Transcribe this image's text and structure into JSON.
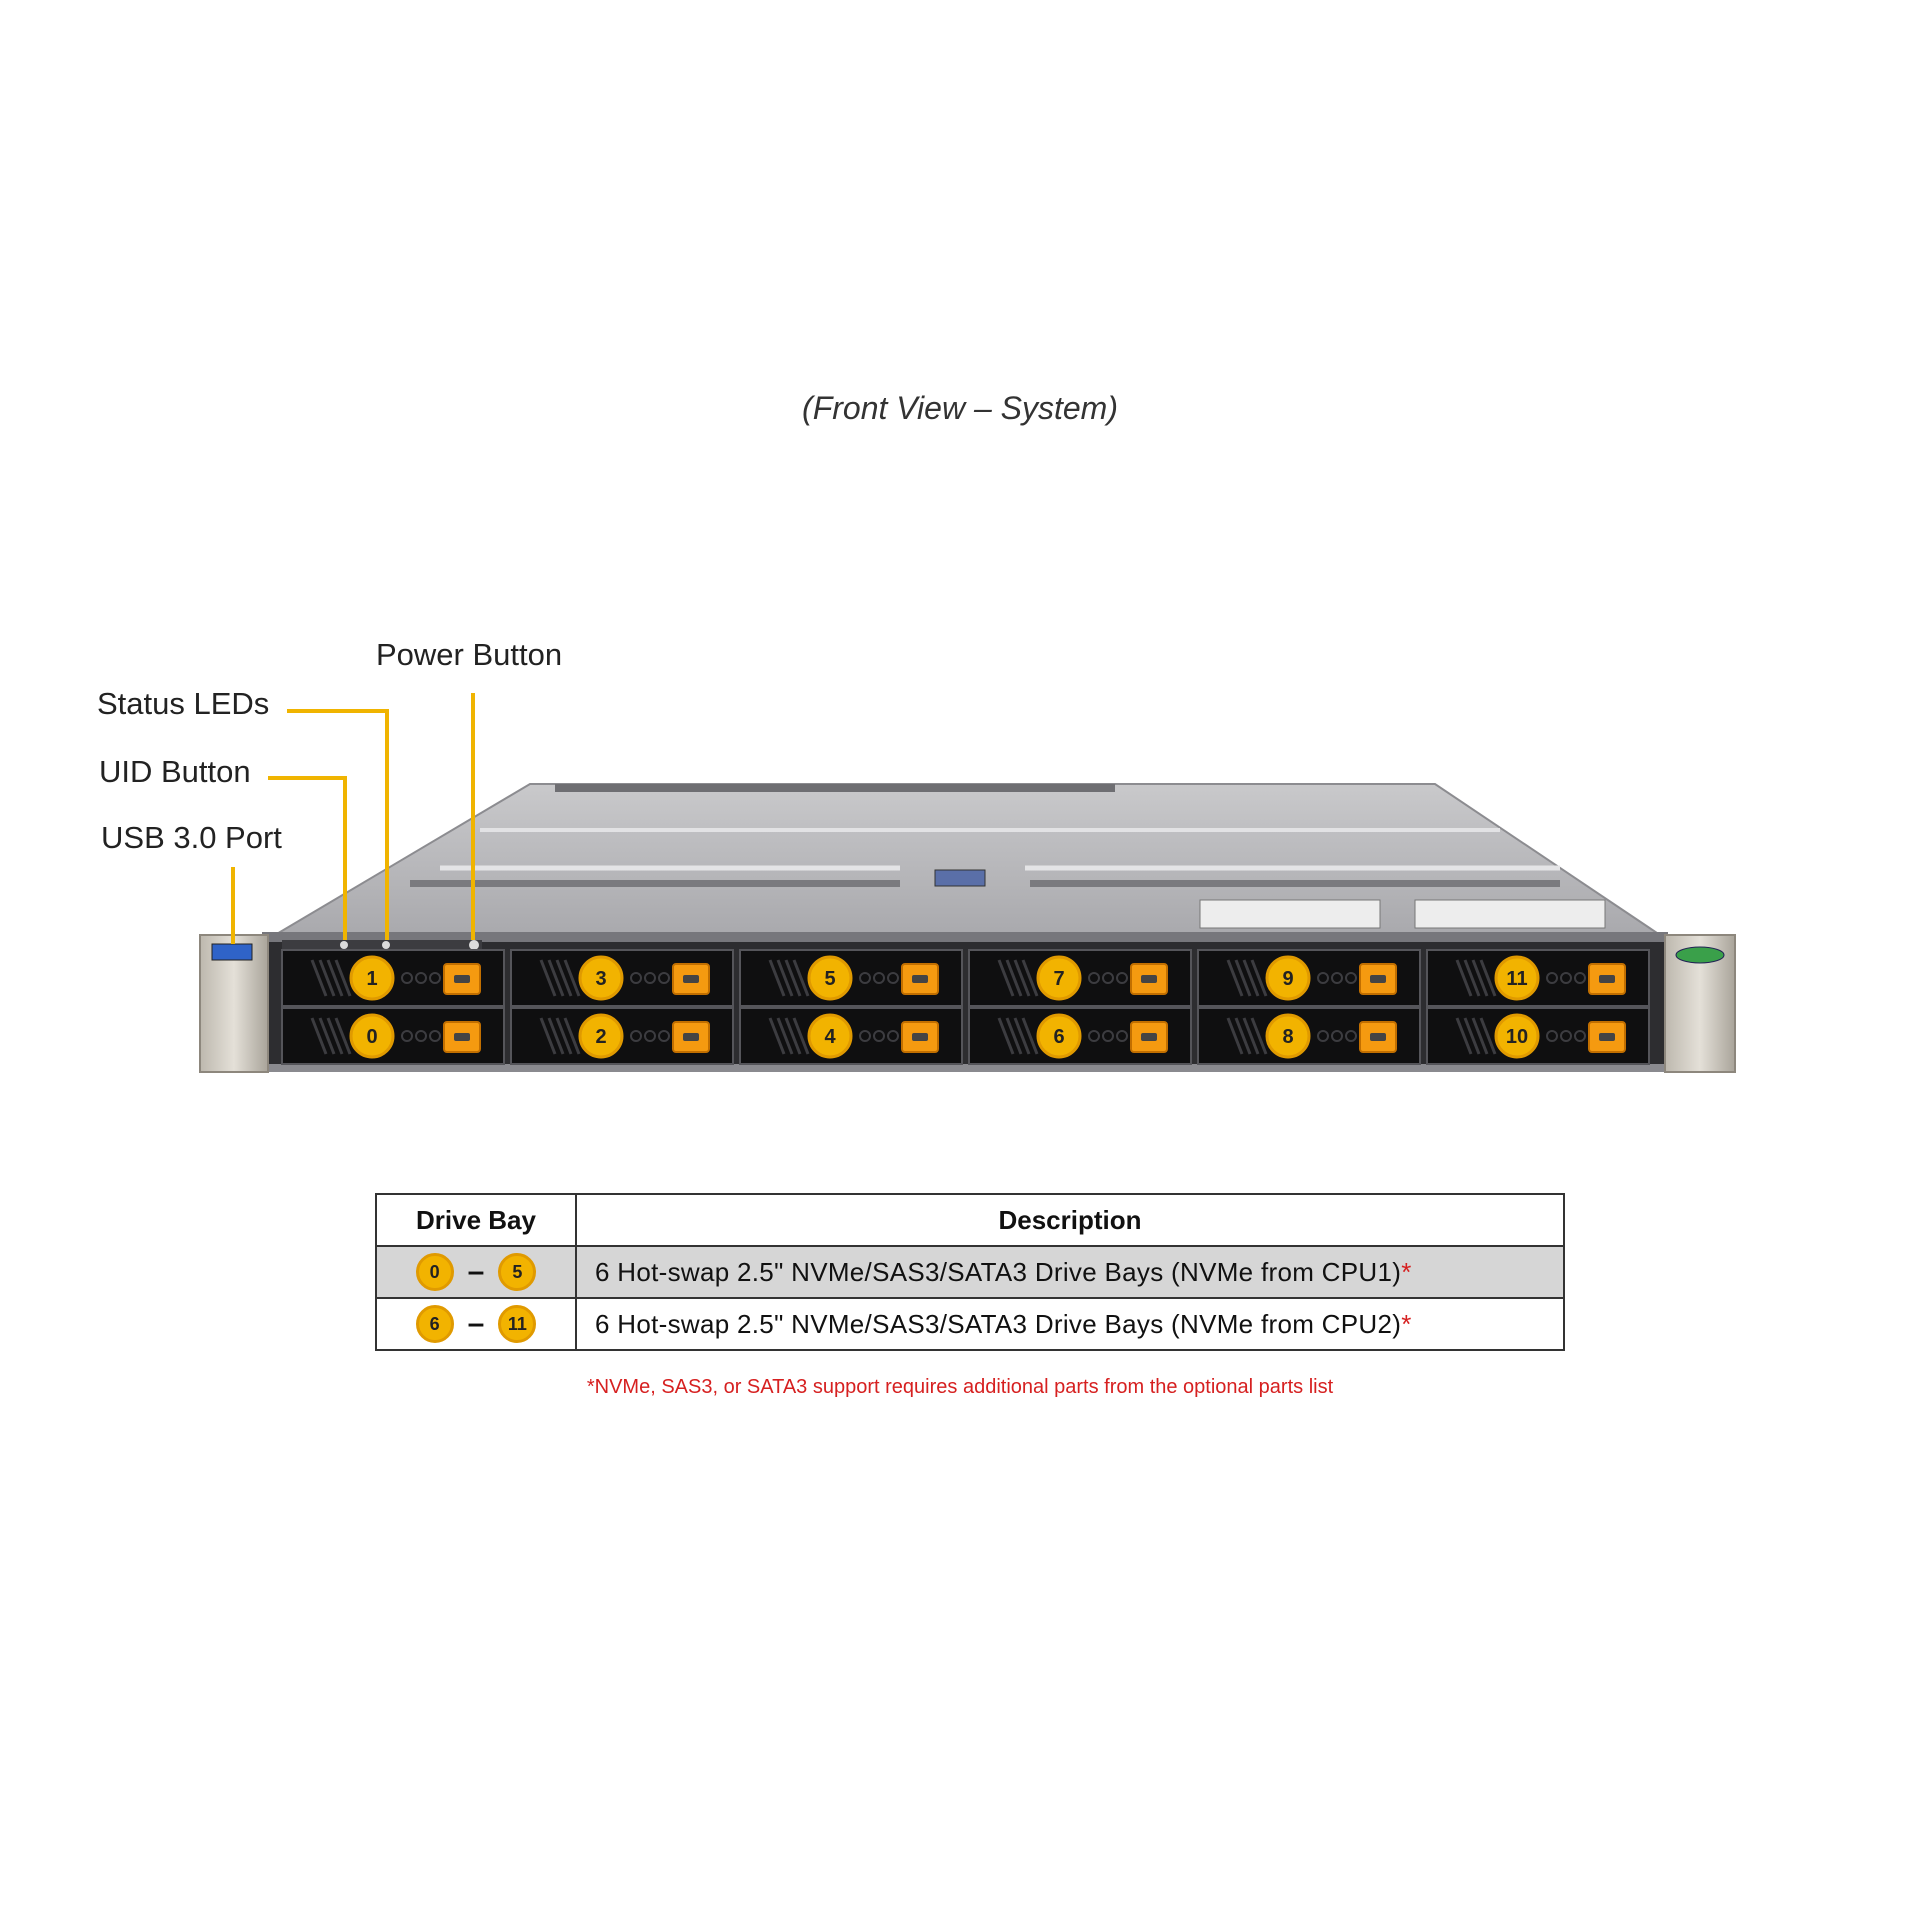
{
  "caption": "(Front View – System)",
  "callouts": {
    "power_button": "Power Button",
    "status_leds": "Status LEDs",
    "uid_button": "UID Button",
    "usb_port": "USB 3.0 Port"
  },
  "drive_bays": {
    "top_row": [
      "1",
      "3",
      "5",
      "7",
      "9",
      "11"
    ],
    "bottom_row": [
      "0",
      "2",
      "4",
      "6",
      "8",
      "10"
    ]
  },
  "table": {
    "header_bay": "Drive Bay",
    "header_desc": "Description",
    "rows": [
      {
        "from": "0",
        "to": "5",
        "dash": "–",
        "desc": "6 Hot-swap 2.5\" NVMe/SAS3/SATA3 Drive Bays (NVMe from CPU1)",
        "mark": "*"
      },
      {
        "from": "6",
        "to": "11",
        "dash": "–",
        "desc": "6 Hot-swap 2.5\" NVMe/SAS3/SATA3 Drive Bays (NVMe from CPU2)",
        "mark": "*"
      }
    ]
  },
  "footnote": "*NVMe, SAS3, or SATA3 support requires additional parts from the optional parts list",
  "colors": {
    "callout_line": "#f0b400",
    "badge_fill": "#f2b300",
    "footnote": "#d62020",
    "latch": "#f59a10"
  }
}
